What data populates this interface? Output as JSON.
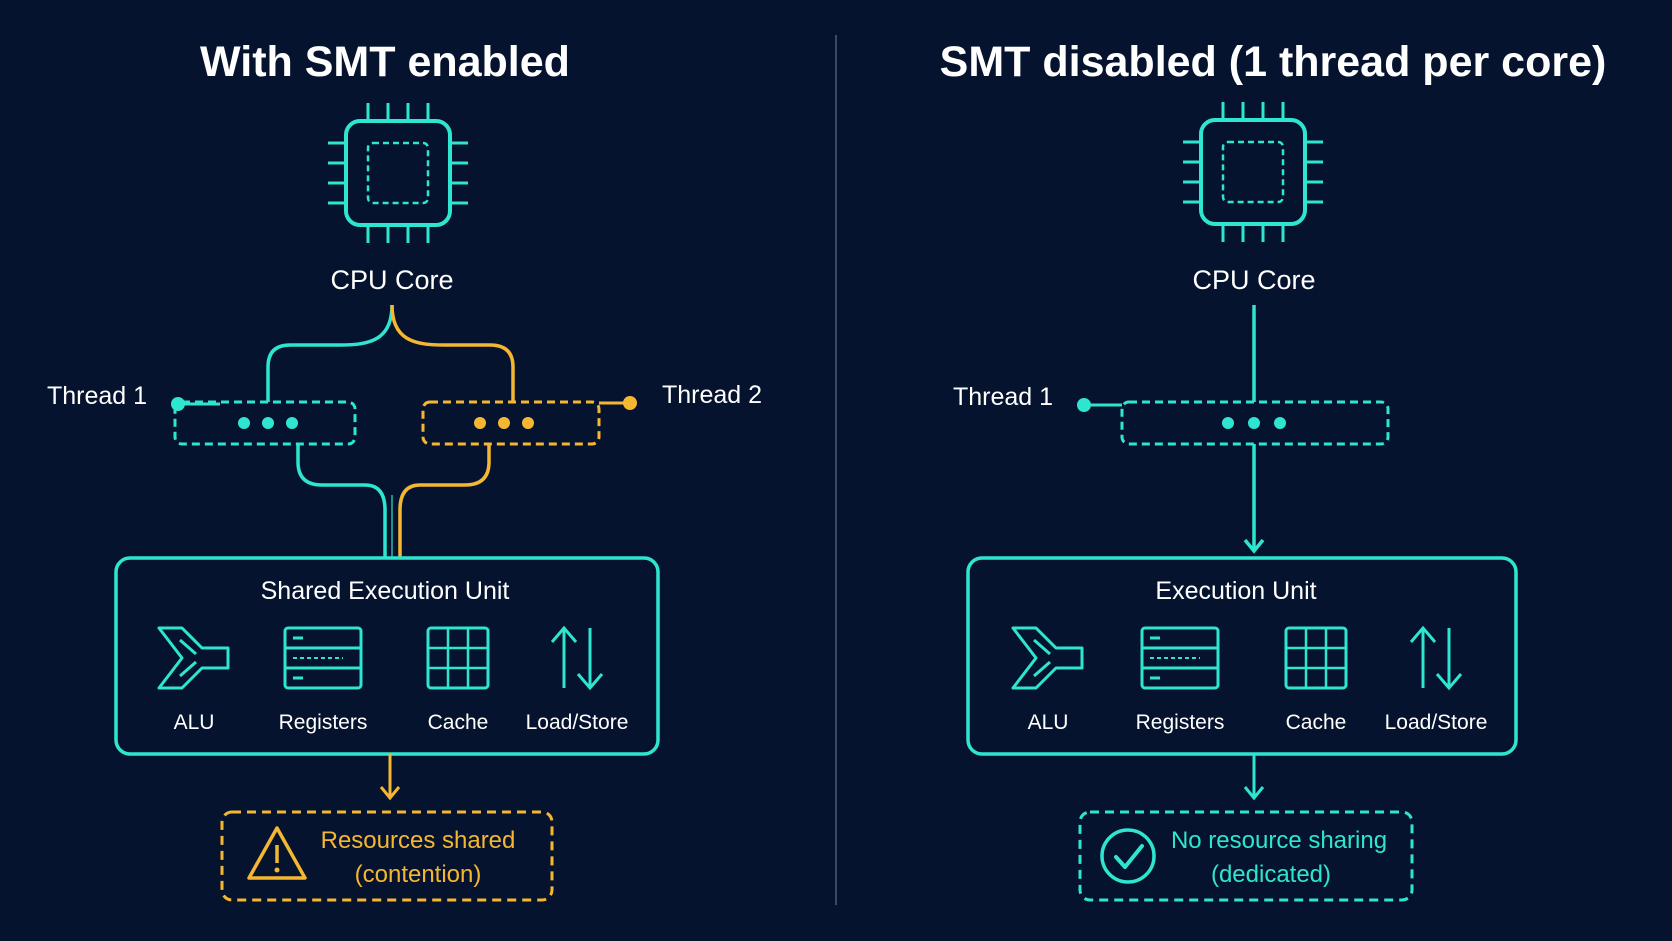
{
  "colors": {
    "background": "#06132e",
    "teal": "#2ee6cf",
    "amber": "#f5b731",
    "divider": "#3a4a66",
    "text": "#ffffff"
  },
  "left": {
    "title": "With SMT enabled",
    "core_label": "CPU Core",
    "thread1_label": "Thread 1",
    "thread2_label": "Thread 2",
    "unit_title": "Shared Execution Unit",
    "components": [
      {
        "label": "ALU",
        "icon": "alu-icon"
      },
      {
        "label": "Registers",
        "icon": "registers-icon"
      },
      {
        "label": "Cache",
        "icon": "cache-icon"
      },
      {
        "label": "Load/Store",
        "icon": "load-store-icon"
      }
    ],
    "note_line1": "Resources shared",
    "note_line2": "(contention)",
    "note_icon": "warning-icon"
  },
  "right": {
    "title": "SMT disabled (1 thread per core)",
    "core_label": "CPU Core",
    "thread1_label": "Thread 1",
    "unit_title": "Execution Unit",
    "components": [
      {
        "label": "ALU",
        "icon": "alu-icon"
      },
      {
        "label": "Registers",
        "icon": "registers-icon"
      },
      {
        "label": "Cache",
        "icon": "cache-icon"
      },
      {
        "label": "Load/Store",
        "icon": "load-store-icon"
      }
    ],
    "note_line1": "No resource sharing",
    "note_line2": "(dedicated)",
    "note_icon": "check-circle-icon"
  }
}
